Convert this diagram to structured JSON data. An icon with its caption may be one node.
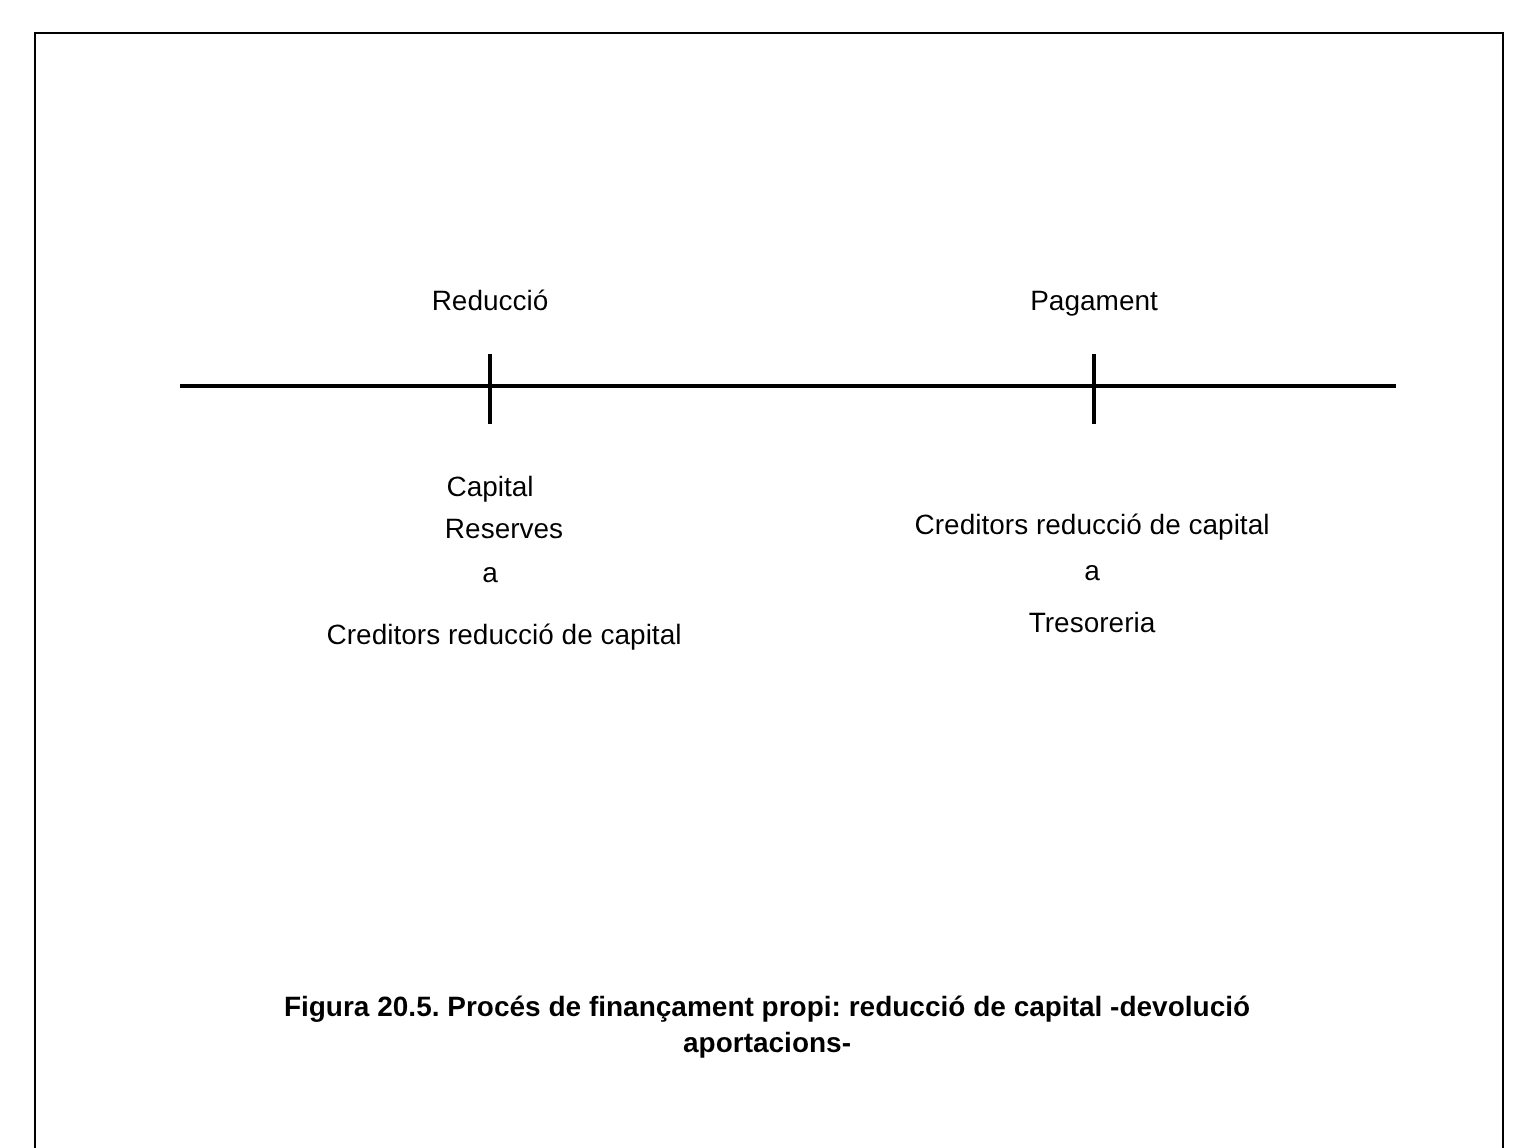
{
  "diagram": {
    "caption": "Figura 20.5. Procés de finançament propi: reducció de capital -devolució aportacions-",
    "labels": [
      "Reducció",
      "Pagament",
      "Capital",
      "Reserves",
      "a",
      "Creditors reducció de capital",
      "Creditors reducció de capital",
      "a",
      "Tresoreria"
    ]
  }
}
